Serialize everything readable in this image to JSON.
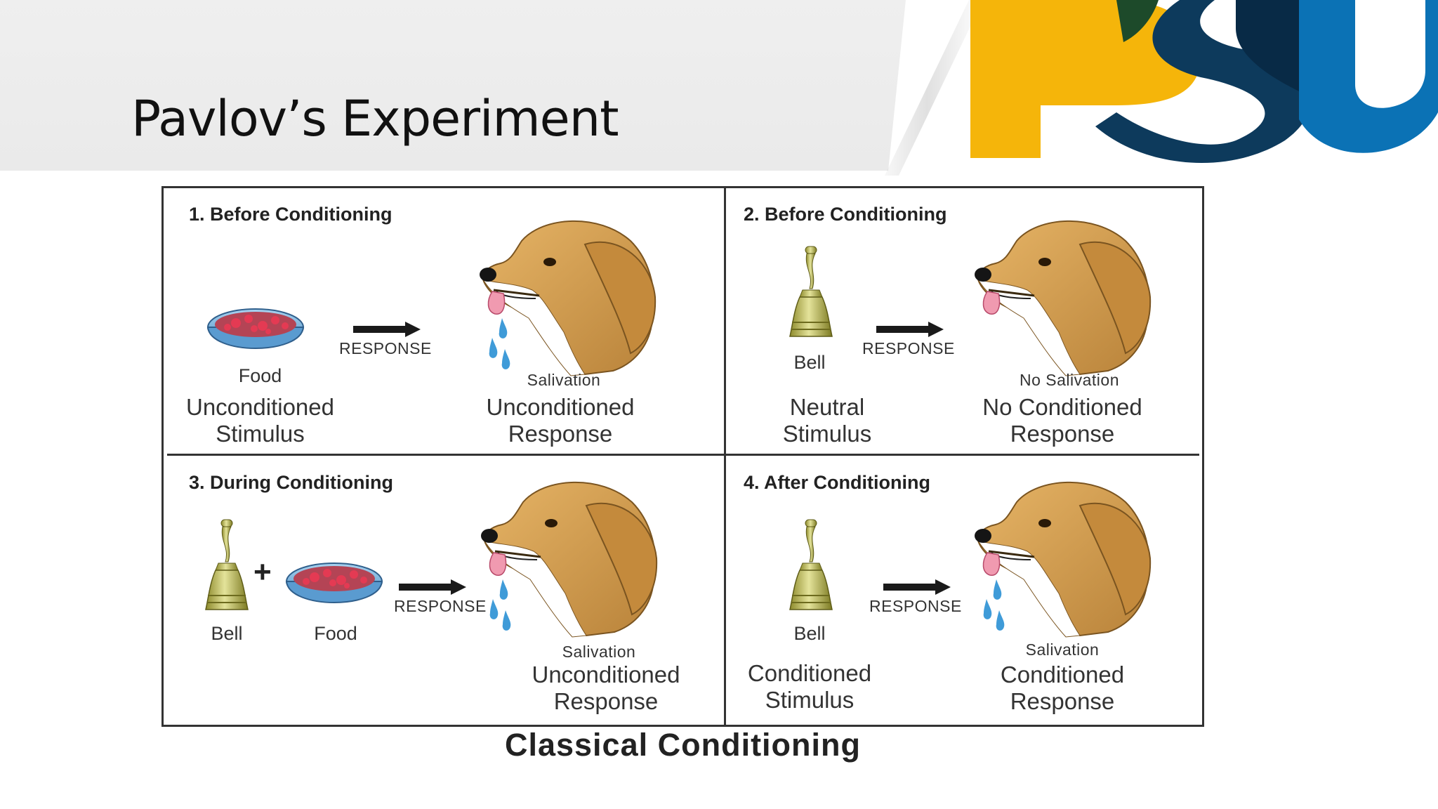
{
  "slide": {
    "title": "Pavlov’s Experiment"
  },
  "logo": {
    "text": "PSU",
    "colors": {
      "yellow": "#f5b50a",
      "navy": "#0d3a5c",
      "blue": "#0b72b5"
    }
  },
  "diagram": {
    "caption": "Classical Conditioning",
    "panels": [
      {
        "heading": "1. Before Conditioning",
        "stimulus_item": "Food",
        "stimulus_type": [
          "Unconditioned",
          "Stimulus"
        ],
        "arrow_label": "RESPONSE",
        "dog_state": "Salivation",
        "response_type": [
          "Unconditioned",
          "Response"
        ]
      },
      {
        "heading": "2. Before Conditioning",
        "stimulus_item": "Bell",
        "stimulus_type": [
          "Neutral",
          "Stimulus"
        ],
        "arrow_label": "RESPONSE",
        "dog_state": "No Salivation",
        "response_type": [
          "No Conditioned",
          "Response"
        ]
      },
      {
        "heading": "3. During Conditioning",
        "stimulus_item": "Bell",
        "stimulus_item_2": "Food",
        "plus": "+",
        "arrow_label": "RESPONSE",
        "dog_state": "Salivation",
        "response_type": [
          "Unconditioned",
          "Response"
        ]
      },
      {
        "heading": "4. After Conditioning",
        "stimulus_item": "Bell",
        "stimulus_type": [
          "Conditioned",
          "Stimulus"
        ],
        "arrow_label": "RESPONSE",
        "dog_state": "Salivation",
        "response_type": [
          "Conditioned",
          "Response"
        ]
      }
    ]
  }
}
